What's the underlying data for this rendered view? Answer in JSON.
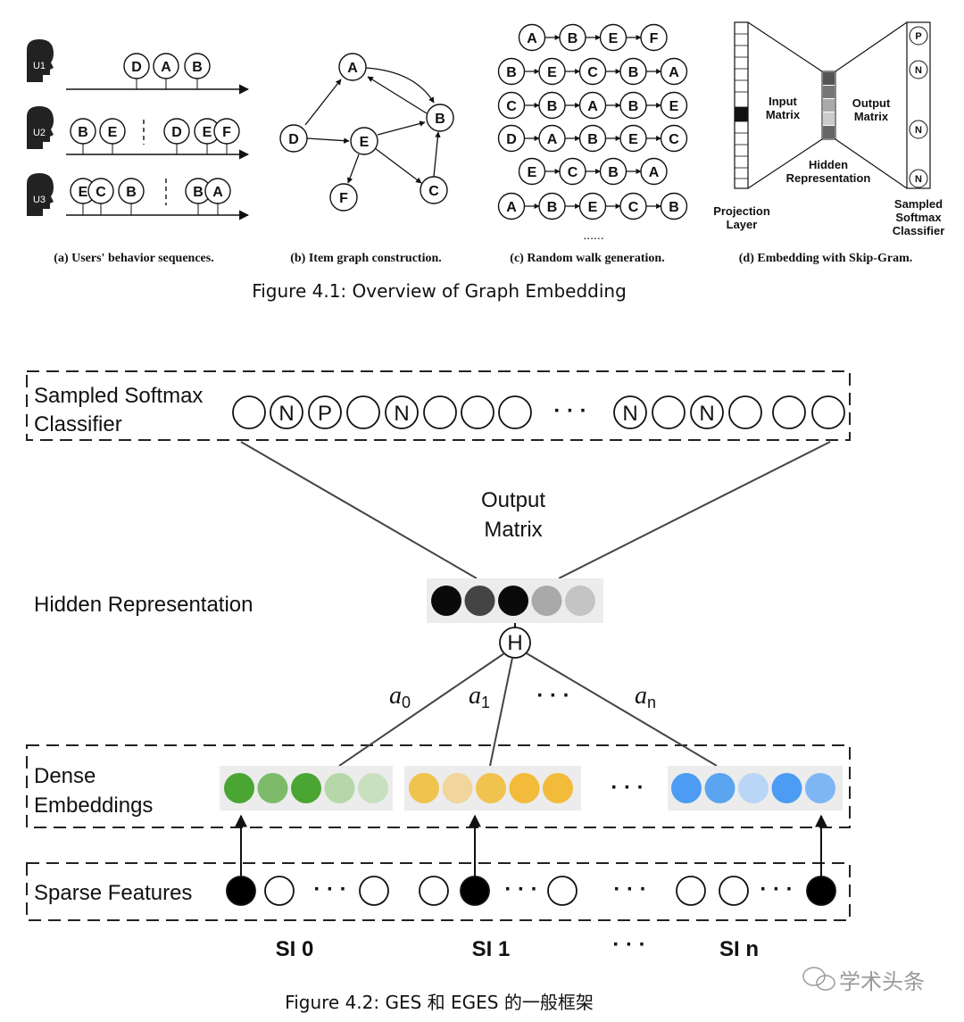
{
  "fig1": {
    "caption": "Figure 4.1: Overview of Graph Embedding",
    "subcaptions": {
      "a": "(a) Users' behavior sequences.",
      "b": "(b) Item graph construction.",
      "c": "(c) Random walk generation.",
      "d": "(d) Embedding with Skip-Gram."
    },
    "users": [
      "U1",
      "U2",
      "U3"
    ],
    "u1_nodes": [
      "D",
      "A",
      "B"
    ],
    "u2_nodes": [
      "B",
      "E",
      "D",
      "E",
      "F"
    ],
    "u3_nodes": [
      "E",
      "C",
      "B",
      "B",
      "A"
    ],
    "graph_nodes": [
      "A",
      "B",
      "C",
      "D",
      "E",
      "F"
    ],
    "walks": [
      [
        "A",
        "B",
        "E",
        "F"
      ],
      [
        "B",
        "E",
        "C",
        "B",
        "A"
      ],
      [
        "C",
        "B",
        "A",
        "B",
        "E"
      ],
      [
        "D",
        "A",
        "B",
        "E",
        "C"
      ],
      [
        "E",
        "C",
        "B",
        "A"
      ],
      [
        "A",
        "B",
        "E",
        "C",
        "B"
      ]
    ],
    "walk_ellipsis": "......",
    "skipgram": {
      "projection": [
        "Projection",
        "Layer"
      ],
      "input_matrix": [
        "Input",
        "Matrix"
      ],
      "hidden": [
        "Hidden",
        "Representation"
      ],
      "output_matrix": [
        "Output",
        "Matrix"
      ],
      "classifier": [
        "Sampled",
        "Softmax",
        "Classifier"
      ],
      "output_nodes": [
        "P",
        "N",
        "N",
        "N"
      ]
    }
  },
  "fig2": {
    "caption": "Figure 4.2: GES 和 EGES 的一般框架",
    "softmax_label": [
      "Sampled Softmax",
      "Classifier"
    ],
    "softmax_nodes": [
      "",
      "N",
      "P",
      "",
      "N",
      "",
      "",
      ""
    ],
    "softmax_nodes_right": [
      "N",
      "",
      "N",
      "",
      "",
      ""
    ],
    "output_matrix": [
      "Output",
      "Matrix"
    ],
    "hidden_label": "Hidden Representation",
    "h_node": "H",
    "weights": [
      "a",
      "0",
      "a",
      "1",
      "a",
      "n"
    ],
    "dense_label": [
      "Dense",
      "Embeddings"
    ],
    "sparse_label": "Sparse Features",
    "si_labels": [
      "SI 0",
      "SI 1",
      "SI n"
    ],
    "ellipsis": "· · ·",
    "colors": {
      "green": [
        "#4aa533",
        "#7dbb6a",
        "#4aa533",
        "#b5d7a8",
        "#c8e0bd"
      ],
      "yellow": [
        "#f0c24e",
        "#f2d59a",
        "#f0c24e",
        "#f2bb3a",
        "#f2bb3a"
      ],
      "blue": [
        "#4b9cf2",
        "#5aa4f0",
        "#b9d6f6",
        "#4b9cf2",
        "#7db6f3"
      ],
      "hidden": [
        "#0a0a0a",
        "#444444",
        "#0a0a0a",
        "#a9a9a9",
        "#c4c4c4"
      ]
    }
  },
  "watermark": "学术头条"
}
